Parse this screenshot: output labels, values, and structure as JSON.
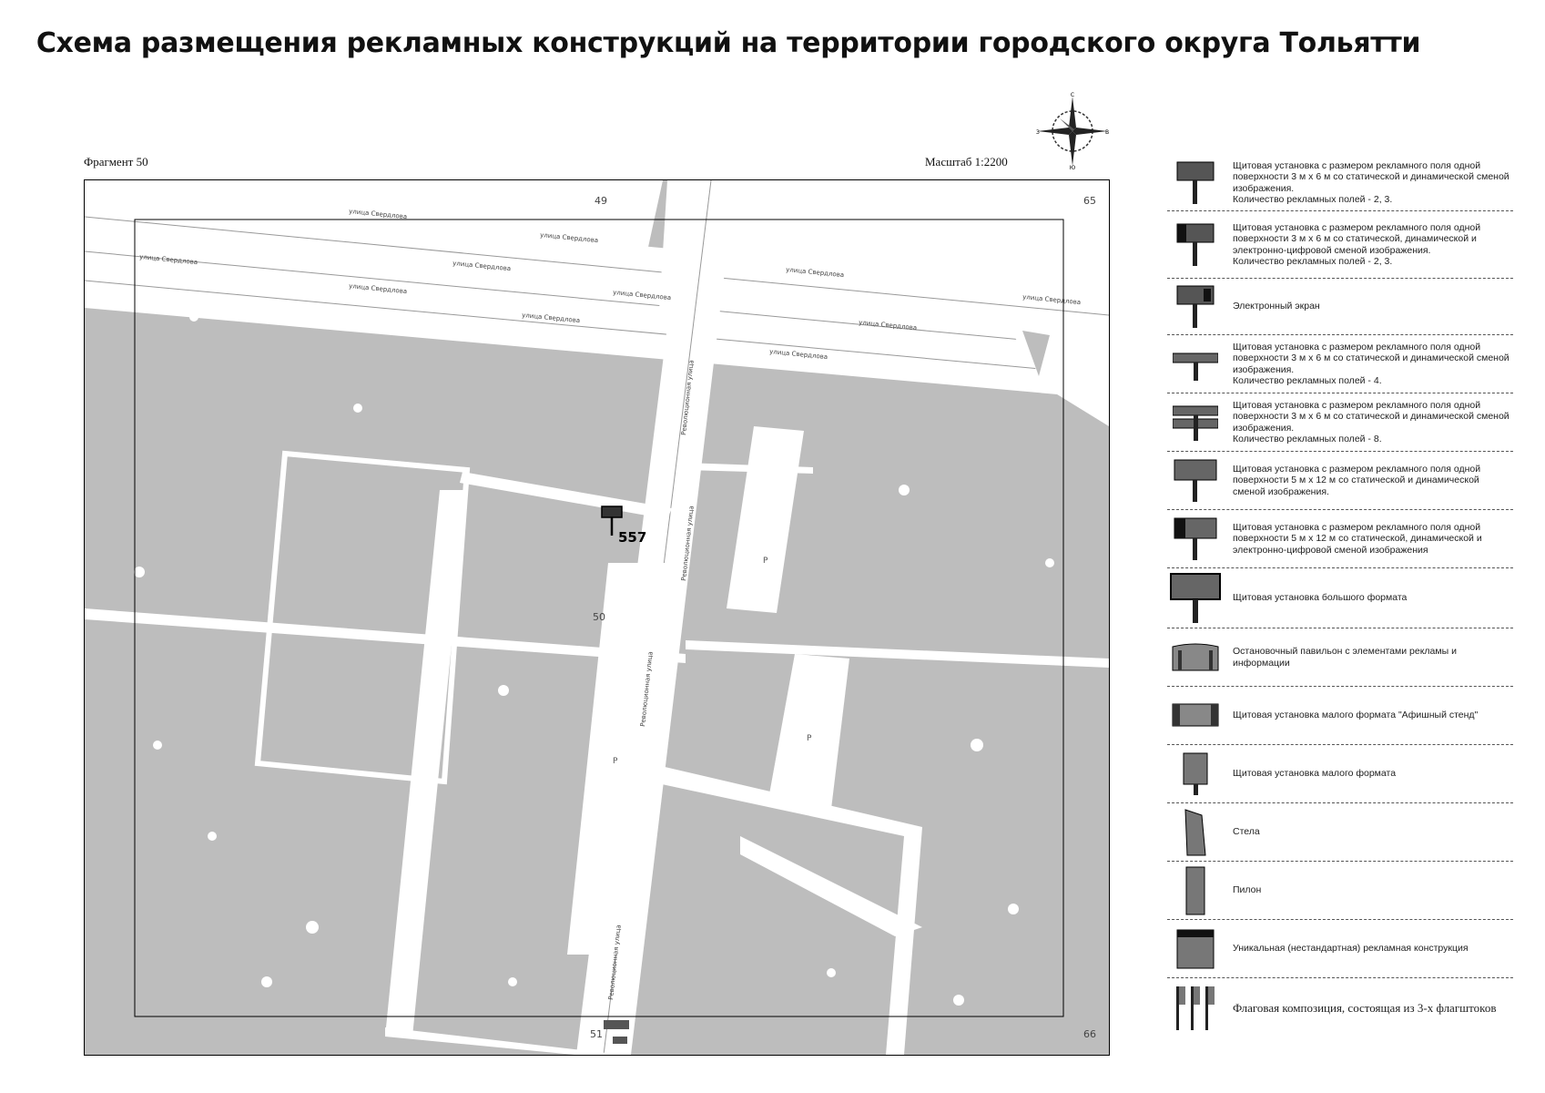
{
  "header": {
    "title": "Схема размещения рекламных конструкций на территории городского округа Тольятти",
    "fragment": "Фрагмент 50",
    "scale": "Масштаб 1:2200"
  },
  "compass": {
    "n": "С",
    "s": "Ю",
    "w": "З",
    "e": "В"
  },
  "map": {
    "tiles": {
      "top": "49",
      "top_right": "65",
      "center": "50",
      "bottom": "51",
      "bottom_right": "66"
    },
    "ad_marker": "557",
    "streets": {
      "sverdlova": "улица Свердлова",
      "revolutsionnaya": "Революционная улица"
    },
    "parking": "P"
  },
  "legend": [
    {
      "icon": "billboard-3x6-icon",
      "text": "Щитовая установка с размером рекламного поля одной поверхности 3 м х 6 м со статической и динамической сменой изображения.\nКоличество рекламных полей - 2, 3."
    },
    {
      "icon": "billboard-3x6-digital-icon",
      "text": "Щитовая установка с размером рекламного поля одной поверхности 3 м х 6 м со статической, динамической и электронно-цифровой сменой изображения.\nКоличество рекламных полей - 2, 3."
    },
    {
      "icon": "electronic-screen-icon",
      "text": "Электронный экран"
    },
    {
      "icon": "billboard-4-fields-icon",
      "text": "Щитовая установка с размером рекламного поля одной поверхности 3 м х 6 м со статической и динамической сменой изображения.\nКоличество рекламных полей - 4."
    },
    {
      "icon": "billboard-8-fields-icon",
      "text": "Щитовая установка с размером рекламного поля одной поверхности 3 м х 6 м со статической и динамической сменой изображения.\nКоличество рекламных полей - 8."
    },
    {
      "icon": "billboard-5x12-icon",
      "text": "Щитовая установка с размером рекламного поля одной поверхности 5 м х 12 м со статической и динамической сменой изображения."
    },
    {
      "icon": "billboard-5x12-digital-icon",
      "text": "Щитовая установка с размером рекламного поля одной поверхности 5 м х 12 м со статической, динамической и электронно-цифровой сменой изображения"
    },
    {
      "icon": "large-format-billboard-icon",
      "text": "Щитовая установка большого формата"
    },
    {
      "icon": "bus-stop-pavilion-icon",
      "text": "Остановочный павильон с элементами рекламы и информации"
    },
    {
      "icon": "poster-stand-icon",
      "text": "Щитовая установка малого формата \"Афишный стенд\""
    },
    {
      "icon": "small-format-billboard-icon",
      "text": "Щитовая установка малого формата"
    },
    {
      "icon": "stela-icon",
      "text": "Стела"
    },
    {
      "icon": "pylon-icon",
      "text": "Пилон"
    },
    {
      "icon": "unique-construction-icon",
      "text": "Уникальная (нестандартная) рекламная конструкция"
    },
    {
      "icon": "flag-composition-icon",
      "text": "Флаговая композиция, состоящая из 3-х флагштоков"
    }
  ]
}
